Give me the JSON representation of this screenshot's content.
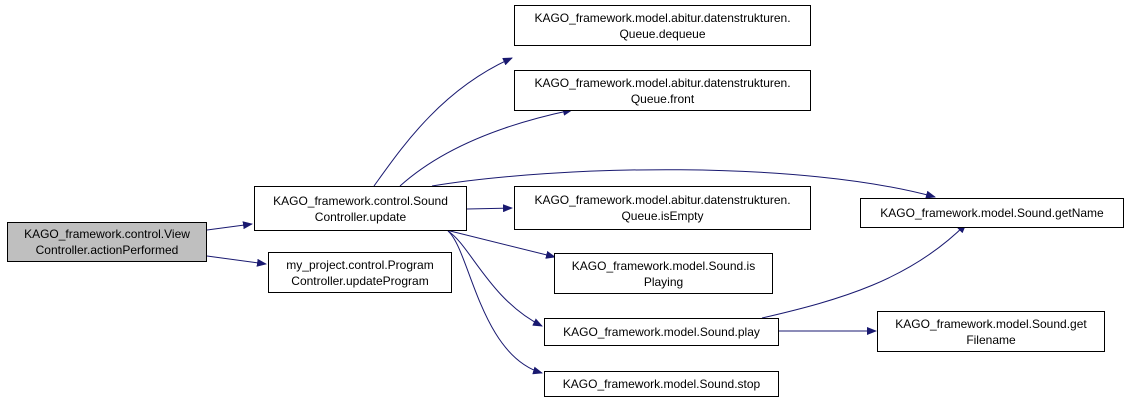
{
  "colors": {
    "edge": "#191970",
    "node_border": "#000000",
    "node_fill": "#ffffff",
    "root_fill": "#bfbfbf"
  },
  "nodes": {
    "view_controller_action_performed": {
      "line1": "KAGO_framework.control.View",
      "line2": "Controller.actionPerformed"
    },
    "sound_controller_update": {
      "line1": "KAGO_framework.control.Sound",
      "line2": "Controller.update"
    },
    "program_controller_update_program": {
      "line1": "my_project.control.Program",
      "line2": "Controller.updateProgram"
    },
    "queue_dequeue": {
      "line1": "KAGO_framework.model.abitur.datenstrukturen.",
      "line2": "Queue.dequeue"
    },
    "queue_front": {
      "line1": "KAGO_framework.model.abitur.datenstrukturen.",
      "line2": "Queue.front"
    },
    "queue_is_empty": {
      "line1": "KAGO_framework.model.abitur.datenstrukturen.",
      "line2": "Queue.isEmpty"
    },
    "sound_get_name": {
      "line1": "KAGO_framework.model.Sound.getName"
    },
    "sound_is_playing": {
      "line1": "KAGO_framework.model.Sound.is",
      "line2": "Playing"
    },
    "sound_play": {
      "line1": "KAGO_framework.model.Sound.play"
    },
    "sound_get_filename": {
      "line1": "KAGO_framework.model.Sound.get",
      "line2": "Filename"
    },
    "sound_stop": {
      "line1": "KAGO_framework.model.Sound.stop"
    }
  },
  "edges": [
    {
      "from": "view_controller_action_performed",
      "to": "sound_controller_update"
    },
    {
      "from": "view_controller_action_performed",
      "to": "program_controller_update_program"
    },
    {
      "from": "sound_controller_update",
      "to": "queue_dequeue"
    },
    {
      "from": "sound_controller_update",
      "to": "queue_front"
    },
    {
      "from": "sound_controller_update",
      "to": "sound_get_name"
    },
    {
      "from": "sound_controller_update",
      "to": "queue_is_empty"
    },
    {
      "from": "sound_controller_update",
      "to": "sound_is_playing"
    },
    {
      "from": "sound_controller_update",
      "to": "sound_play"
    },
    {
      "from": "sound_controller_update",
      "to": "sound_stop"
    },
    {
      "from": "sound_play",
      "to": "sound_get_name"
    },
    {
      "from": "sound_play",
      "to": "sound_get_filename"
    }
  ]
}
